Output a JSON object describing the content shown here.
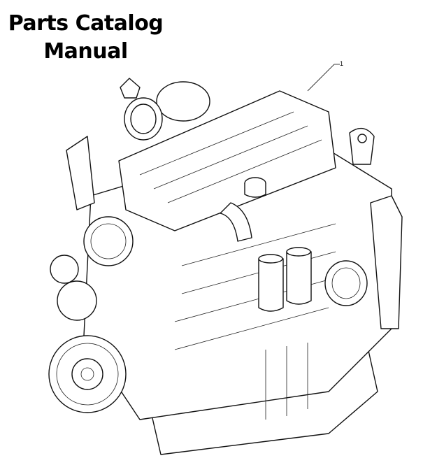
{
  "title": {
    "line1": "Parts Catalog",
    "line2": "Manual"
  },
  "illustration": {
    "subject": "engine-assembly",
    "callout": "1"
  }
}
